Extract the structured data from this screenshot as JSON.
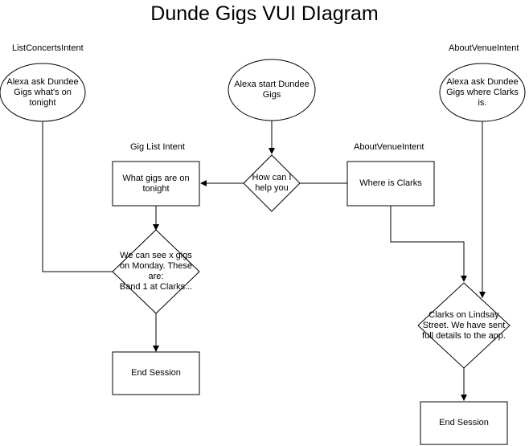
{
  "diagram": {
    "title": "Dunde Gigs VUI DIagram",
    "labels": {
      "list_concerts_intent": "ListConcertsIntent",
      "about_venue_intent_top": "AboutVenueIntent",
      "gig_list_intent": "Gig List Intent",
      "about_venue_intent_mid": "AboutVenueIntent"
    },
    "nodes": {
      "ask_whats_on": "Alexa ask Dundee\nGigs what's on\ntonight",
      "start": "Alexa start Dundee\nGigs",
      "ask_where_clarks": "Alexa ask Dundee\nGigs where Clarks\nis.",
      "how_can_i_help": "How can I\nhelp you",
      "what_gigs": "What gigs are on\ntonight",
      "where_is_clarks": "Where is Clarks",
      "we_can_see": "We can see x gigs\non Monday. These\nare:\nBand 1 at Clarks...",
      "clarks_on_lindsay": "Clarks on Lindsay\nStreet. We have sent\nfull details to the app.",
      "end_session_left": "End Session",
      "end_session_right": "End Session"
    }
  }
}
